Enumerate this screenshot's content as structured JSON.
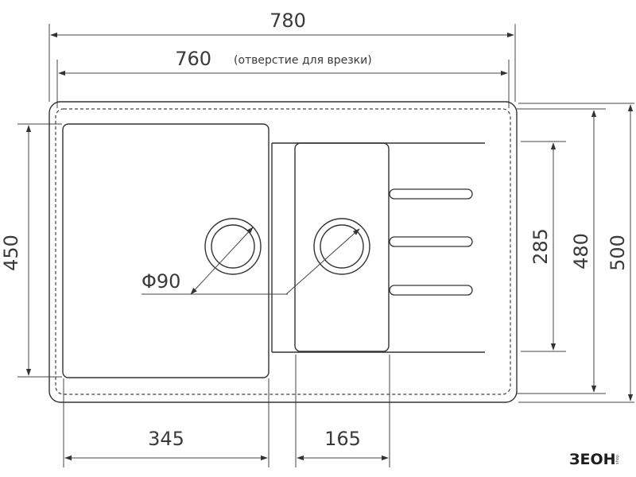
{
  "dimensions": {
    "overall_width": "780",
    "cutout_width": "760",
    "cutout_note": "(отверстие для врезки)",
    "bowl_height": "450",
    "drain_diameter": "Φ90",
    "main_bowl_width": "345",
    "small_bowl_width": "165",
    "small_bowl_height": "285",
    "cutout_height": "480",
    "overall_height": "500"
  },
  "logo": {
    "text": "ЗЕОН",
    "side_text": "shop"
  },
  "colors": {
    "line": "#333333",
    "text": "#3a3a3a"
  }
}
